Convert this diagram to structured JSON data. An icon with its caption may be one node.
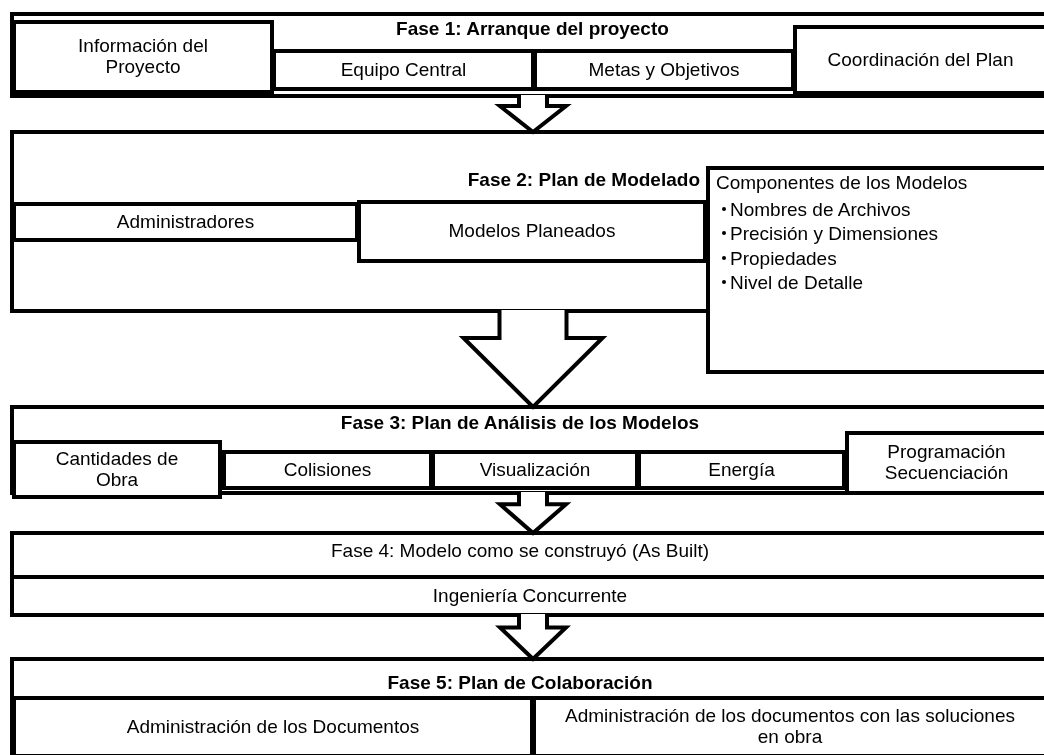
{
  "diagram": {
    "nodes": [
      {
        "text": [
          "Fase 1: Arranque del proyecto"
        ]
      },
      {
        "text": [
          "Información del Proyecto"
        ],
        "in": 0
      },
      {
        "text": [
          "Equipo Central"
        ],
        "in": 0
      },
      {
        "text": [
          "Metas y Objetivos"
        ],
        "in": 0
      },
      {
        "text": [
          "Coordinación del Plan"
        ],
        "in": 0
      },
      {
        "text": [
          "Fase 2: Plan de Modelado"
        ]
      },
      {
        "text": [
          "Administradores"
        ],
        "in": 5
      },
      {
        "text": [
          "Modelos Planeados"
        ],
        "in": 5
      },
      {
        "text": [
          "Componentes de los Modelos",
          "Nombres de Archivos",
          "Precisión y Dimensiones",
          "Propiedades",
          "Nivel de Detalle"
        ]
      },
      {
        "text": [
          "Fase 3: Plan de Análisis de los Modelos"
        ]
      },
      {
        "text": [
          "Cantidades de Obra"
        ],
        "in": 9
      },
      {
        "text": [
          "Colisiones"
        ],
        "in": 9
      },
      {
        "text": [
          "Visualización"
        ],
        "in": 9
      },
      {
        "text": [
          "Energía"
        ],
        "in": 9
      },
      {
        "text": [
          "Programación Secuenciación"
        ],
        "in": 9
      },
      {
        "text": [
          "Fase 4: Modelo como se construyó (As Built)"
        ]
      },
      {
        "text": [
          "Ingeniería Concurrente"
        ],
        "in": 15
      },
      {
        "text": [
          "Fase 5: Plan de Colaboración"
        ]
      },
      {
        "text": [
          "Administración de los Documentos"
        ],
        "in": 17
      },
      {
        "text": [
          "Administración de los documentos con las soluciones en obra"
        ],
        "in": 17
      }
    ],
    "edges": [
      {
        "from": 0,
        "to": 5,
        "arrow": "to"
      },
      {
        "from": 5,
        "to": 9,
        "arrow": "to"
      },
      {
        "from": 9,
        "to": 15,
        "arrow": "to"
      },
      {
        "from": 15,
        "to": 17,
        "arrow": "to"
      }
    ]
  }
}
